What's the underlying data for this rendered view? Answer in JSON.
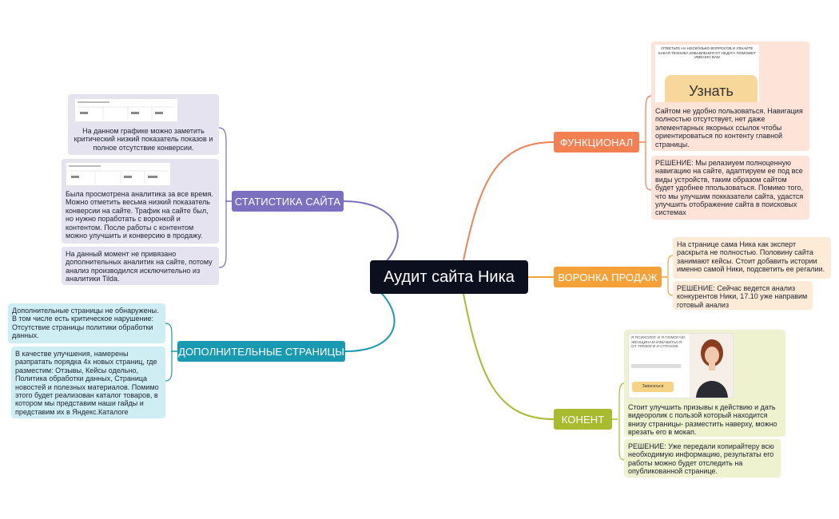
{
  "central": {
    "title": "Аудит сайта Ника"
  },
  "branches": {
    "stats": {
      "label": "СТАТИСТИКА САЙТА",
      "color": "#7b6fbf"
    },
    "extra": {
      "label": "ДОПОЛНИТЕЛЬНЫЕ СТРАНИЦЫ",
      "color": "#1a9ab0"
    },
    "func": {
      "label": "ФУНКЦИОНАЛ",
      "color": "#f47f53"
    },
    "funnel": {
      "label": "ВОРОНКА ПРОДАЖ",
      "color": "#f5a13a"
    },
    "content": {
      "label": "КОНЕНТ",
      "color": "#a8bb2e"
    }
  },
  "stats_notes": [
    "На данном графике можно заметить критический низкий показатель показов и полное отсутствие конверсии.",
    "Была просмотрена аналитика за все время. Можно отметить весьма низкий показатель конверсии на сайте. Трафик на сайте был, но нужно поработать с воронкой и контентом. После работы с контентом можно улучшить и конверсию в продажу.",
    "На данный момент не привязано дополнительных аналитик на сайте, потому анализ производился исключительно из аналитики Tilda."
  ],
  "extra_notes": [
    "Дополнительные страницы не обнаружены. В том числе есть критическое нарушение: Отсутствие страницы политики обработки данных.",
    "В качестве улучшения, намерены разпратать порядка 4х новых страниц, где разместим: Отзывы, Кейсы одельно, Политика обработки данных, Страница новостей и полезных материалов. Помимо этого будет реализован каталог товаров, в котором мы представим наши гайды и представим их в Яндекс.Каталоге"
  ],
  "func_notes": [
    "Сайтом не удобно пользоваться. Навигация полностью отсутствует, нет даже элементарных якорных ссылок чтобы ориентироваться по контенту главной страницы.",
    "РЕШЕНИЕ: Мы релазиуем полноценную навигацию на сайте, адаптируем ее под все виды устройств, таким образом сайтом будет удобнее ппользоваться. Помимо того, что мы улучшим покказатели сайта, удастся улучшить отображение сайта в поисковых системах"
  ],
  "func_image": {
    "caption": "ОТВЕТЬТЕ НА НЕСКОЛЬКО ВОПРОСОВ И УЗНАЙТЕ КАКАЯ ТЕХНИКА ИЗБАВЛЕНИЯ ОТ НЕДУГА ПОМОЖЕТ ИМЕННО ВАМ",
    "button": "Узнать"
  },
  "funnel_notes": [
    "На странице сама Ника как эксперт раскрыта не полностью. Половину сайта занимают кейсы. Стоит добавить истории именно самой Ники, подсветить ее регалии.",
    "РЕШЕНИЕ: Сейчас ведется анализ конкурентов Ники, 17.10 уже направим готовый анализ"
  ],
  "content_image": {
    "headline": "Я ПСИХОЛОГ И Я ПОМОГАЮ ЖЕНЩИНАМ ИЗБАВИТЬСЯ ОТ ТРЕВОГИ И СТРАХОВ",
    "button": "Записаться"
  },
  "content_notes": [
    "Стоит улучшить призывы к действию и дать видеоролик с пользой который находится внизу страницы- разместить наверху, можно врезать его в мокап.",
    "РЕШЕНИЕ: Уже передали копирайтеру всю необходимую информацию, результаты его работы можно будет отследить на опубликованной странице."
  ]
}
